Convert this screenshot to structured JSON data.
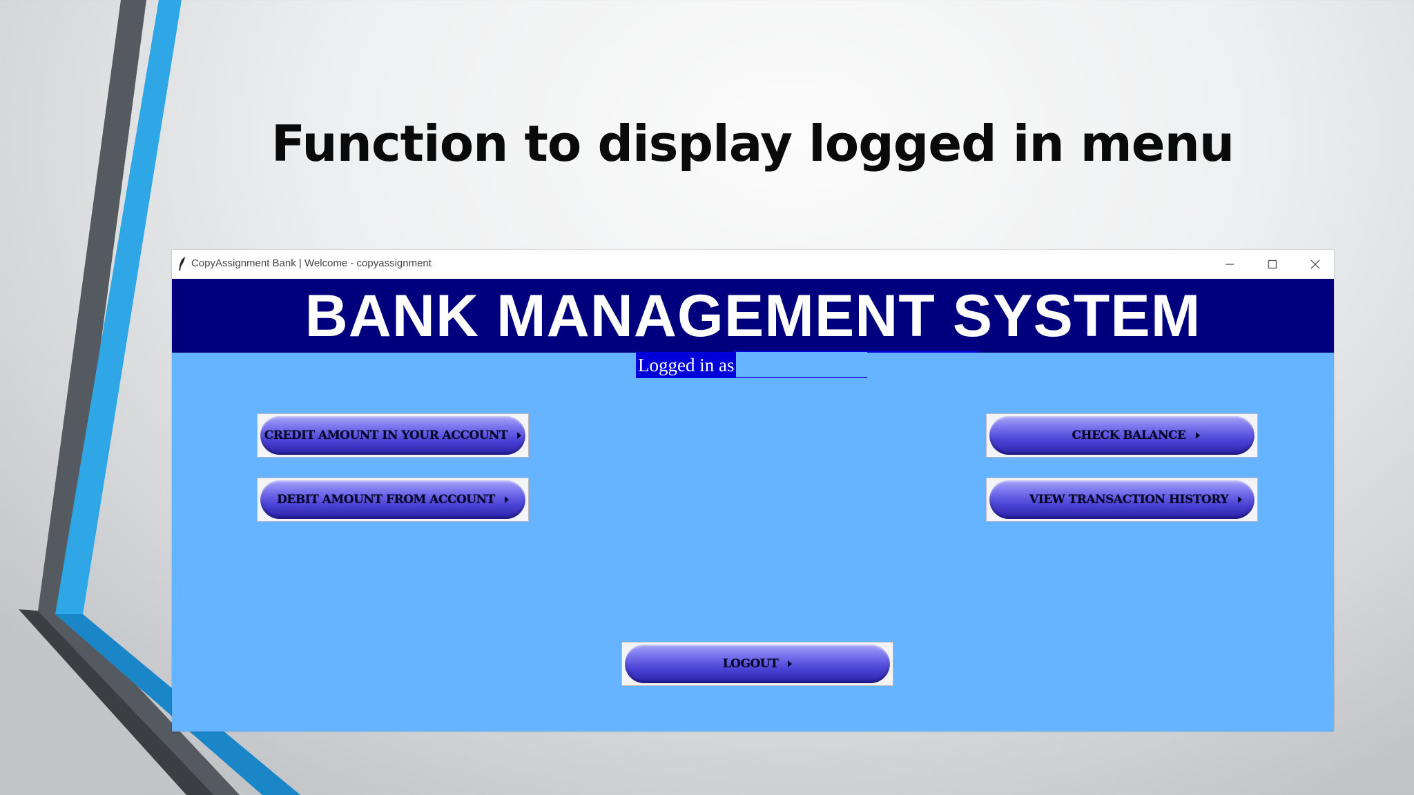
{
  "slide": {
    "title": "Function to display logged in menu"
  },
  "window": {
    "title": "CopyAssignment Bank | Welcome - copyassignment",
    "icon": "feather-icon",
    "controls": [
      "minimize-icon",
      "maximize-icon",
      "close-icon"
    ]
  },
  "app": {
    "banner_title": "BANK MANAGEMENT SYSTEM",
    "logged_in_label": "Logged in as",
    "logged_in_user": "",
    "buttons": {
      "credit": "CREDIT AMOUNT IN YOUR ACCOUNT",
      "debit": "DEBIT AMOUNT FROM ACCOUNT",
      "balance": "CHECK BALANCE",
      "history": "VIEW TRANSACTION HISTORY",
      "logout": "LOGOUT"
    }
  },
  "colors": {
    "banner": "#00007f",
    "window_bg": "#66b3ff",
    "button": "#4c44d6",
    "stripe_blue": "#2fa7e6",
    "stripe_gray": "#555a60"
  }
}
